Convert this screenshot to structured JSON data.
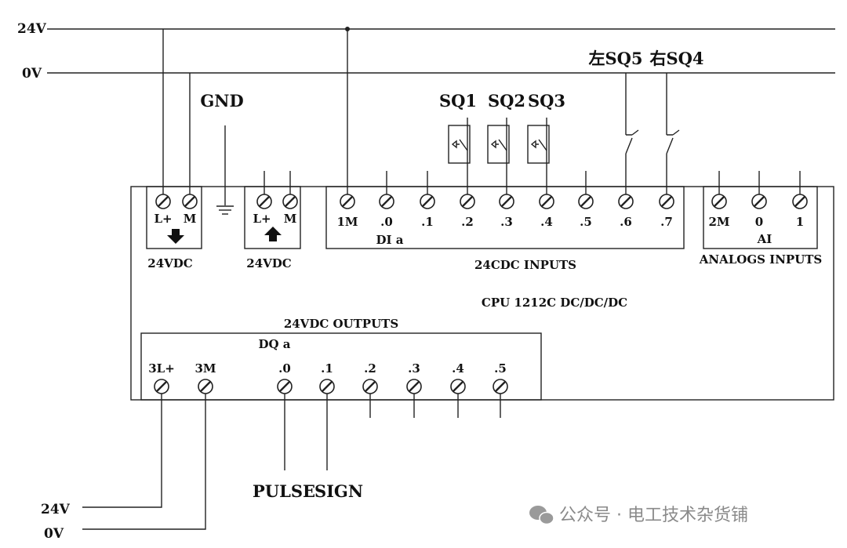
{
  "rails": {
    "v24": "24V",
    "v0": "0V"
  },
  "bottom_rails": {
    "v24": "24V",
    "v0": "0V"
  },
  "gnd": "GND",
  "power_out": {
    "lplus": "L+",
    "m": "M",
    "label": "24VDC"
  },
  "power_in": {
    "lplus": "L+",
    "m": "M",
    "label": "24VDC"
  },
  "sensors": {
    "sq1": "SQ1",
    "sq2": "SQ2",
    "sq3": "SQ3",
    "sq5": "左SQ5",
    "sq4": "右SQ4"
  },
  "di": {
    "terminals": [
      "1M",
      ".0",
      ".1",
      ".2",
      ".3",
      ".4",
      ".5",
      ".6",
      ".7"
    ],
    "group": "DI a",
    "label": "24CDC INPUTS"
  },
  "ai": {
    "terminals": [
      "2M",
      "0",
      "1"
    ],
    "group": "AI",
    "label": "ANALOGS INPUTS"
  },
  "cpu": "CPU 1212C DC/DC/DC",
  "dq": {
    "title": "24VDC OUTPUTS",
    "group": "DQ a",
    "terminals": [
      "3L+",
      "3M",
      ".0",
      ".1",
      ".2",
      ".3",
      ".4",
      ".5"
    ]
  },
  "outputs": {
    "pulse": "PULSE",
    "sign": "SIGN"
  },
  "watermark": "公众号 · 电工技术杂货铺"
}
